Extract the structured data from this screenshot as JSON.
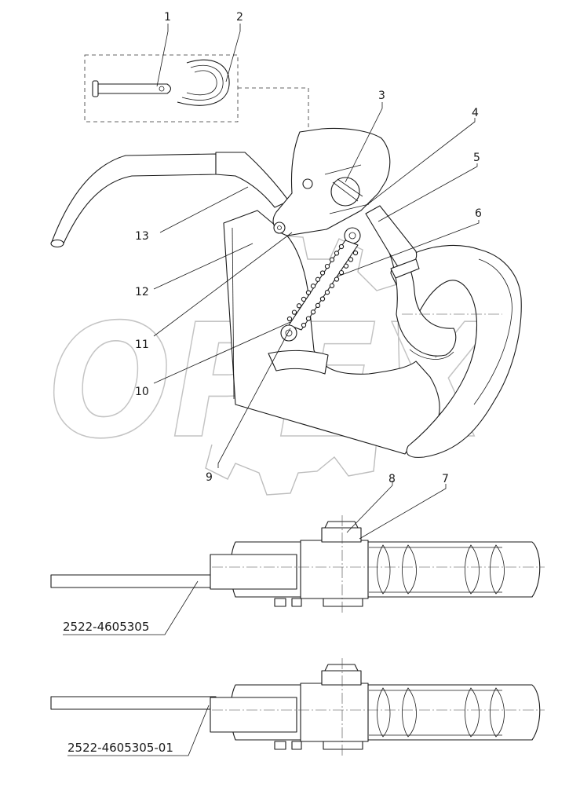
{
  "watermark": {
    "text": "OPEX"
  },
  "callouts": [
    {
      "id": "1",
      "label": "1"
    },
    {
      "id": "2",
      "label": "2"
    },
    {
      "id": "3",
      "label": "3"
    },
    {
      "id": "4",
      "label": "4"
    },
    {
      "id": "5",
      "label": "5"
    },
    {
      "id": "6",
      "label": "6"
    },
    {
      "id": "7",
      "label": "7"
    },
    {
      "id": "8",
      "label": "8"
    },
    {
      "id": "9",
      "label": "9"
    },
    {
      "id": "10",
      "label": "10"
    },
    {
      "id": "11",
      "label": "11"
    },
    {
      "id": "12",
      "label": "12"
    },
    {
      "id": "13",
      "label": "13"
    }
  ],
  "variants": [
    {
      "code": "2522-4605305"
    },
    {
      "code": "2522-4605305-01"
    }
  ]
}
